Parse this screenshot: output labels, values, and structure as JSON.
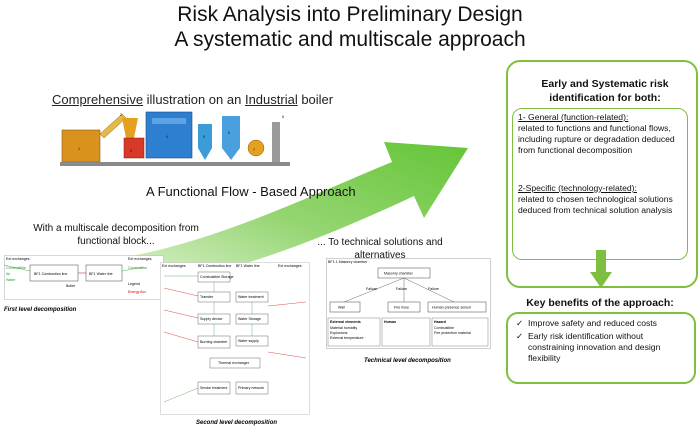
{
  "title": {
    "line1": "Risk Analysis into Preliminary Design",
    "line2": "A systematic and multiscale approach"
  },
  "illustration": {
    "heading_pre": "Comprehensive",
    "heading_mid": " illustration on an ",
    "heading_industrial": "Industrial",
    "heading_post": " boiler",
    "numbers": [
      "1",
      "2",
      "3",
      "4",
      "5",
      "6",
      "7",
      "8"
    ]
  },
  "flow_label": "A Functional  Flow - Based Approach",
  "multiscale_label": "With a multiscale decomposition from functional block...",
  "tech_alt_label": "... To technical solutions and alternatives",
  "first_level": {
    "caption": "First level decomposition",
    "ext_left": "Ext exchanges",
    "ext_right": "Ext exchanges",
    "bf_combustion": "BF1 Combustion line",
    "bf_water": "BF1 Water line",
    "boiler": "Boiler",
    "legend": "Legend",
    "inputs": [
      "Combustible",
      "Air",
      "Water"
    ],
    "outputs": [
      "Combustion",
      "Energy flux"
    ]
  },
  "second_level": {
    "caption": "Second level decomposition",
    "headers": [
      "Ext exchanges",
      "BF1 Combustion line",
      "BF1 Water line",
      "Ext exchanges"
    ],
    "blocks": [
      "Combustible Storage",
      "Transfer",
      "Supply device",
      "Burning chamber",
      "Thermal exchanger",
      "Smoke treatment",
      "Water treatment",
      "Water Storage",
      "Water supply",
      "Primary network"
    ]
  },
  "technical": {
    "caption": "Technical level decomposition",
    "header": "BF1.1 Masonry chamber",
    "root": "Masonry chamber",
    "children": [
      "Wall",
      "Fire hose",
      "Human presence sensor"
    ],
    "edge_labels": [
      "Failure",
      "Failure",
      "Failure"
    ],
    "panels": [
      "External elements",
      "Human",
      "Hazard"
    ],
    "panel_items": [
      "Material humidity",
      "Explosions",
      "External temperature",
      "Combustible",
      "Fire protection material"
    ]
  },
  "right_panel": {
    "title_line1": "Early and Systematic risk",
    "title_line2": "identification for both:",
    "general_head": "1- General (function-related):",
    "general_body": "related to functions and functional flows, including rupture or degradation deduced from functional decomposition",
    "specific_head": "2-Specific (technology-related):",
    "specific_body": "related to chosen technological solutions deduced from technical solution analysis"
  },
  "benefits": {
    "title": "Key benefits of the approach:",
    "items": [
      "Improve safety and reduced costs",
      "Early risk identification without constraining innovation and design flexibility"
    ]
  },
  "colors": {
    "accent_green": "#7fbf3f",
    "arrow_green": "#5cc22c",
    "boiler_orange": "#e6a020",
    "boiler_blue": "#2f7fd0",
    "boiler_red": "#d83a2a"
  }
}
